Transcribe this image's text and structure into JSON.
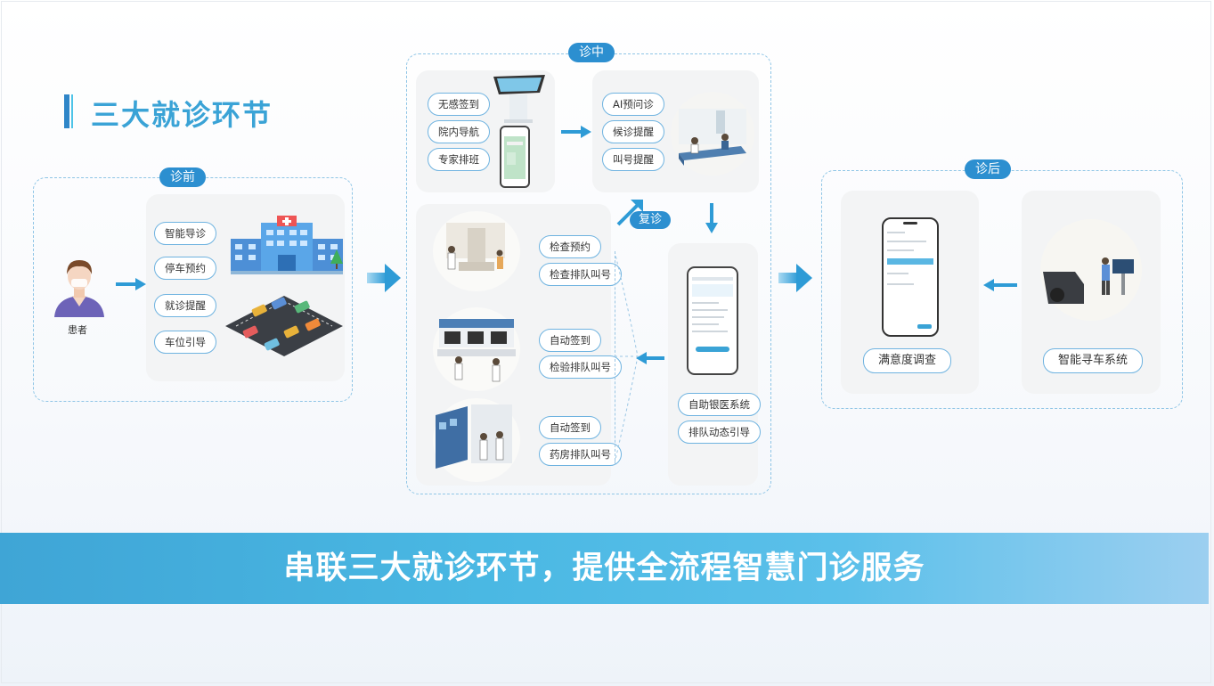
{
  "title": "三大就诊环节",
  "stages": {
    "before": {
      "label": "诊前",
      "items": [
        "智能导诊",
        "停车预约",
        "就诊提醒",
        "车位引导"
      ]
    },
    "during": {
      "label": "诊中",
      "arrival_items": [
        "无感签到",
        "院内导航",
        "专家排班"
      ],
      "ai_items": [
        "AI预问诊",
        "候诊提醒",
        "叫号提醒"
      ],
      "revisit_label": "复诊",
      "exam_items": [
        "检查预约",
        "检查排队叫号"
      ],
      "lab_items": [
        "自动签到",
        "检验排队叫号"
      ],
      "pharmacy_items": [
        "自动签到",
        "药房排队叫号"
      ],
      "selfservice_items": [
        "自助银医系统",
        "排队动态引导"
      ]
    },
    "after": {
      "label": "诊后",
      "items": [
        "满意度调查",
        "智能寻车系统"
      ]
    }
  },
  "patient_label": "患者",
  "banner": "串联三大就诊环节，提供全流程智慧门诊服务",
  "colors": {
    "accent": "#2c8fd0",
    "arrow": "#2e9bd6",
    "border": "#8fc5e6",
    "title": "#3aa3d6"
  }
}
